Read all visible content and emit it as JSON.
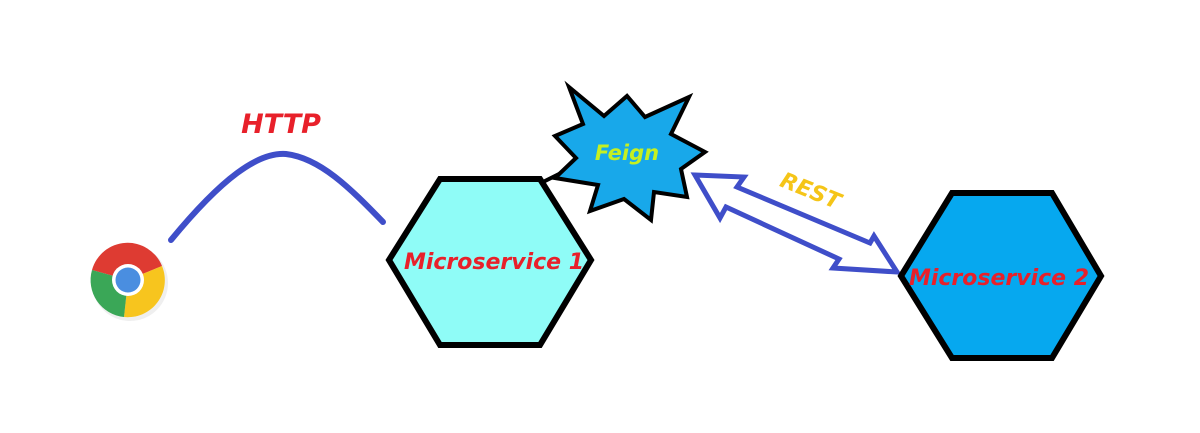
{
  "labels": {
    "http": "HTTP",
    "feign": "Feign",
    "rest": "REST",
    "microservice_1": "Microservice 1",
    "microservice_2": "Microservice 2"
  },
  "icons": {
    "browser": "chrome-browser-icon"
  },
  "colors": {
    "http_text": "#e8202a",
    "http_curve": "#3f4ec9",
    "feign_star": "#18a8ea",
    "feign_text": "#c5f021",
    "rest_text": "#f5c518",
    "rest_arrow": "#3f4ec9",
    "ms1_fill": "#8ffcf7",
    "ms2_fill": "#06a8ef",
    "ms_text": "#e8202a",
    "outline": "#000000"
  }
}
